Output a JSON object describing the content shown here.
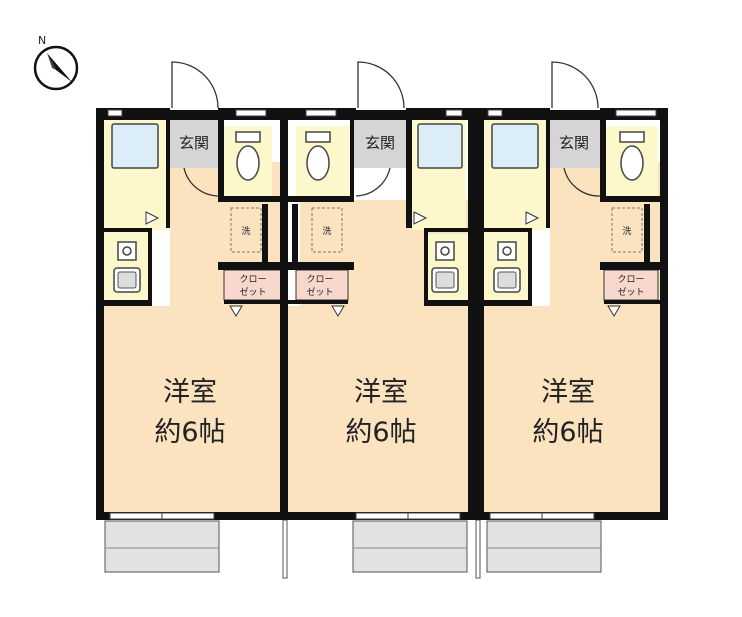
{
  "compass": {
    "north_letter": "N",
    "icon": "north-arrow-icon"
  },
  "units": [
    {
      "id": "unit-1",
      "entrance_label": "玄関",
      "washer_label": "洗",
      "closet_line1": "クロー",
      "closet_line2": "ゼット",
      "room_line1": "洋室",
      "room_line2": "約6帖"
    },
    {
      "id": "unit-2",
      "entrance_label": "玄関",
      "washer_label": "洗",
      "closet_line1": "クロー",
      "closet_line2": "ゼット",
      "room_line1": "洋室",
      "room_line2": "約6帖"
    },
    {
      "id": "unit-3",
      "entrance_label": "玄関",
      "washer_label": "洗",
      "closet_line1": "クロー",
      "closet_line2": "ゼット",
      "room_line1": "洋室",
      "room_line2": "約6帖"
    }
  ],
  "colors": {
    "wall": "#111111",
    "room_floor": "#fbe3c0",
    "wet_area": "#fcf8cc",
    "entrance": "#d5d5d5",
    "closet": "#f8d8cc",
    "balcony": "#e2e2e2",
    "bath_tub": "#dbeef8"
  }
}
